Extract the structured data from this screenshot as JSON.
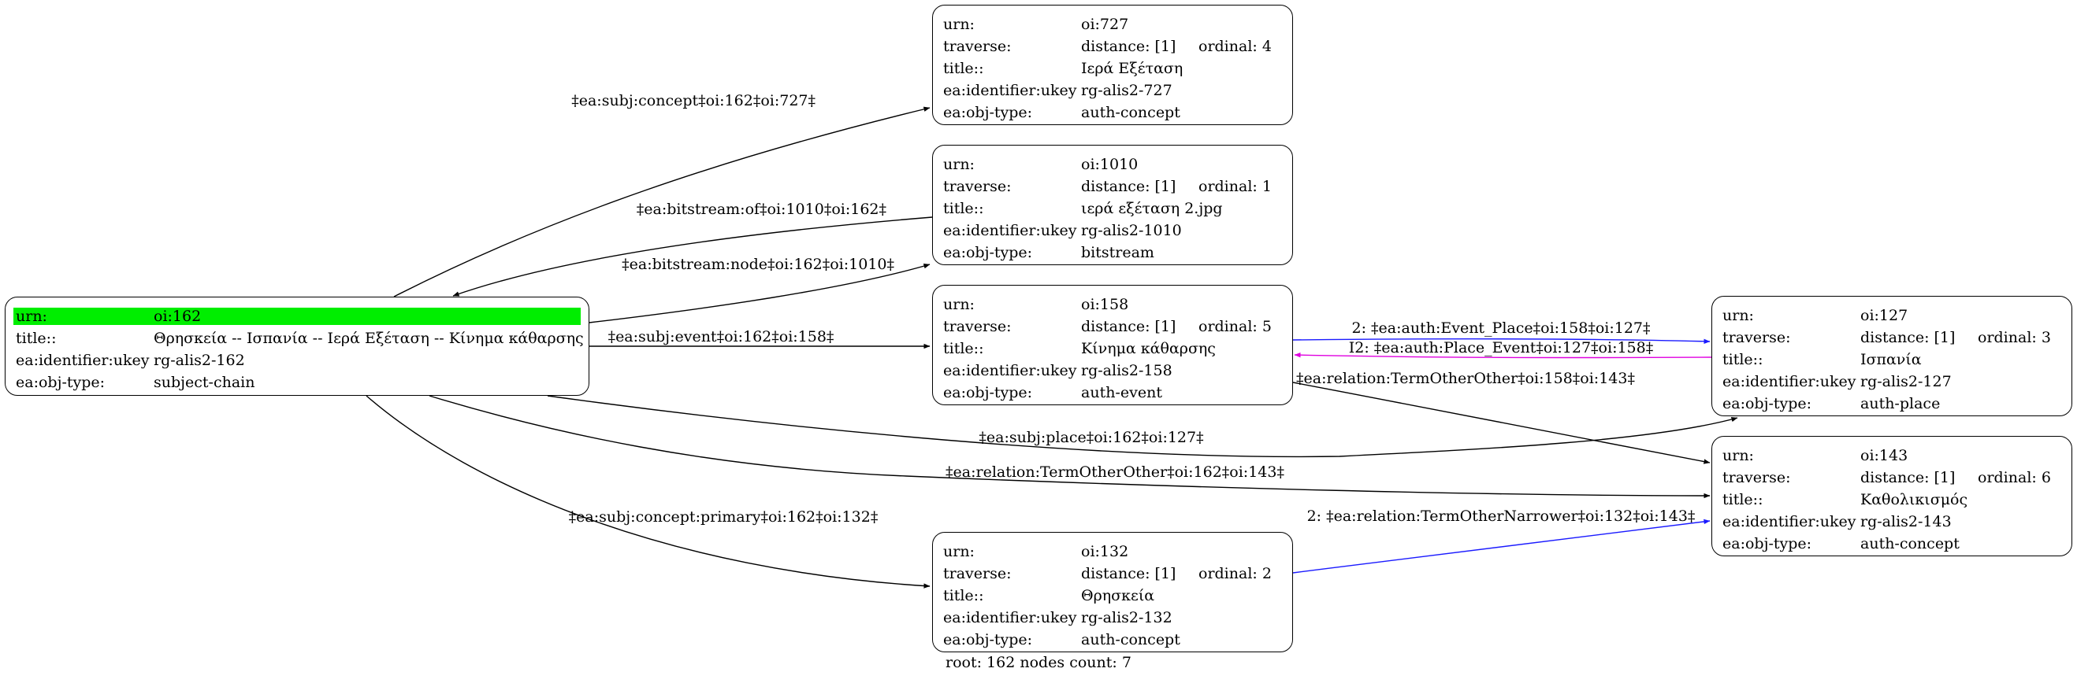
{
  "colors": {
    "highlight": "#00ee00",
    "blue_edge": "#1a1aff",
    "magenta_edge": "#e000e0",
    "line": "#000000"
  },
  "nodes": [
    {
      "id": "n162",
      "rows": [
        {
          "key": "urn:",
          "v1": "oi:162",
          "highlight": true
        },
        {
          "key": "title::",
          "v1": "Θρησκεία -- Ισπανία -- Ιερά Εξέταση -- Κίνημα κάθαρσης"
        },
        {
          "key": "ea:identifier:ukey",
          "v1": "rg-alis2-162"
        },
        {
          "key": "ea:obj-type:",
          "v1": "subject-chain"
        }
      ]
    },
    {
      "id": "n727",
      "rows": [
        {
          "key": "urn:",
          "v1": "oi:727"
        },
        {
          "key": "traverse:",
          "v1": "distance: [1]",
          "v2": "ordinal: 4"
        },
        {
          "key": "title::",
          "v1": "Ιερά Εξέταση"
        },
        {
          "key": "ea:identifier:ukey",
          "v1": "rg-alis2-727"
        },
        {
          "key": "ea:obj-type:",
          "v1": "auth-concept"
        }
      ]
    },
    {
      "id": "n1010",
      "rows": [
        {
          "key": "urn:",
          "v1": "oi:1010"
        },
        {
          "key": "traverse:",
          "v1": "distance: [1]",
          "v2": "ordinal: 1"
        },
        {
          "key": "title::",
          "v1": "ιερά εξέταση 2.jpg"
        },
        {
          "key": "ea:identifier:ukey",
          "v1": "rg-alis2-1010"
        },
        {
          "key": "ea:obj-type:",
          "v1": "bitstream"
        }
      ]
    },
    {
      "id": "n158",
      "rows": [
        {
          "key": "urn:",
          "v1": "oi:158"
        },
        {
          "key": "traverse:",
          "v1": "distance: [1]",
          "v2": "ordinal: 5"
        },
        {
          "key": "title::",
          "v1": "Κίνημα κάθαρσης"
        },
        {
          "key": "ea:identifier:ukey",
          "v1": "rg-alis2-158"
        },
        {
          "key": "ea:obj-type:",
          "v1": "auth-event"
        }
      ]
    },
    {
      "id": "n132",
      "rows": [
        {
          "key": "urn:",
          "v1": "oi:132"
        },
        {
          "key": "traverse:",
          "v1": "distance: [1]",
          "v2": "ordinal: 2"
        },
        {
          "key": "title::",
          "v1": "Θρησκεία"
        },
        {
          "key": "ea:identifier:ukey",
          "v1": "rg-alis2-132"
        },
        {
          "key": "ea:obj-type:",
          "v1": "auth-concept"
        }
      ]
    },
    {
      "id": "n127",
      "rows": [
        {
          "key": "urn:",
          "v1": "oi:127"
        },
        {
          "key": "traverse:",
          "v1": "distance: [1]",
          "v2": "ordinal: 3"
        },
        {
          "key": "title::",
          "v1": "Ισπανία"
        },
        {
          "key": "ea:identifier:ukey",
          "v1": "rg-alis2-127"
        },
        {
          "key": "ea:obj-type:",
          "v1": "auth-place"
        }
      ]
    },
    {
      "id": "n143",
      "rows": [
        {
          "key": "urn:",
          "v1": "oi:143"
        },
        {
          "key": "traverse:",
          "v1": "distance: [1]",
          "v2": "ordinal: 6"
        },
        {
          "key": "title::",
          "v1": "Καθολικισμός"
        },
        {
          "key": "ea:identifier:ukey",
          "v1": "rg-alis2-143"
        },
        {
          "key": "ea:obj-type:",
          "v1": "auth-concept"
        }
      ]
    }
  ],
  "edges": [
    {
      "id": "e-subj-concept",
      "label": "‡ea:subj:concept‡oi:162‡oi:727‡",
      "color": "black"
    },
    {
      "id": "e-bitstream-of",
      "label": "‡ea:bitstream:of‡oi:1010‡oi:162‡",
      "color": "black"
    },
    {
      "id": "e-bitstream-node",
      "label": "‡ea:bitstream:node‡oi:162‡oi:1010‡",
      "color": "black"
    },
    {
      "id": "e-subj-event",
      "label": "‡ea:subj:event‡oi:162‡oi:158‡",
      "color": "black"
    },
    {
      "id": "e-event-place",
      "label": "2: ‡ea:auth:Event_Place‡oi:158‡oi:127‡",
      "color": "blue"
    },
    {
      "id": "e-place-event",
      "label": "I2: ‡ea:auth:Place_Event‡oi:127‡oi:158‡",
      "color": "magenta"
    },
    {
      "id": "e-termother-158",
      "label": "‡ea:relation:TermOtherOther‡oi:158‡oi:143‡",
      "color": "black"
    },
    {
      "id": "e-subj-place",
      "label": "‡ea:subj:place‡oi:162‡oi:127‡",
      "color": "black"
    },
    {
      "id": "e-termother-162",
      "label": "‡ea:relation:TermOtherOther‡oi:162‡oi:143‡",
      "color": "black"
    },
    {
      "id": "e-subj-concept-primary",
      "label": "‡ea:subj:concept:primary‡oi:162‡oi:132‡",
      "color": "black"
    },
    {
      "id": "e-term-narrower",
      "label": "2: ‡ea:relation:TermOtherNarrower‡oi:132‡oi:143‡",
      "color": "blue"
    }
  ],
  "footer": "root: 162 nodes count: 7"
}
